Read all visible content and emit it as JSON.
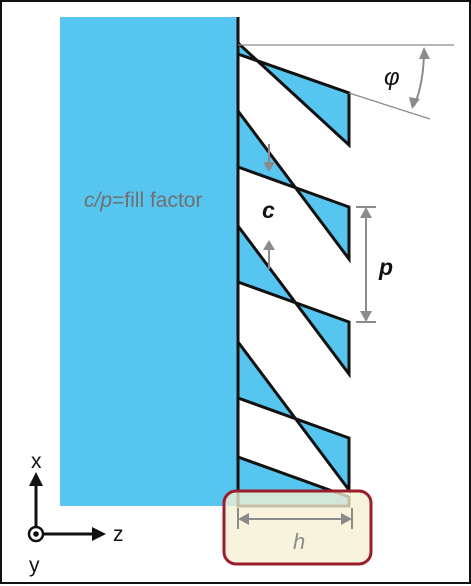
{
  "colors": {
    "grating": "#56c5ef",
    "dimension": "#8b8b8b",
    "outline": "#111111",
    "highlight_fill": "#f6f0d4",
    "highlight_border": "#9b1c2a",
    "fill_factor_text": "#707070",
    "label_text": "#111111"
  },
  "labels": {
    "fill_factor_c": "c",
    "fill_factor_slash_p": "/p",
    "fill_factor_rest": "=fill factor",
    "c": "c",
    "p": "p",
    "phi": "φ",
    "h": "h",
    "axis_x": "x",
    "axis_y": "y",
    "axis_z": "z"
  }
}
